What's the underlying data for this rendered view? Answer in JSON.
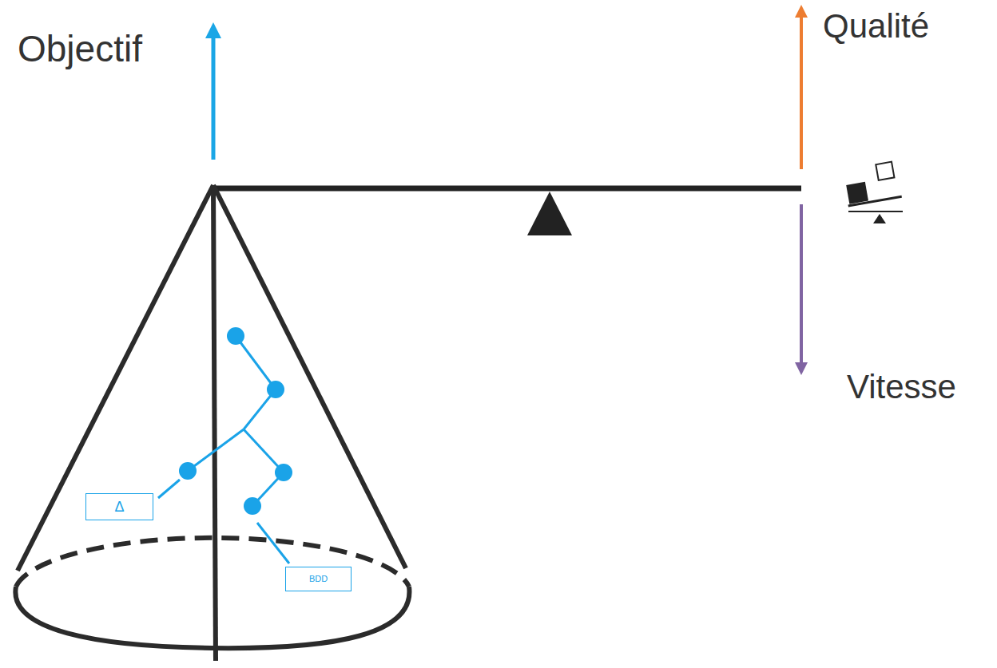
{
  "diagram": {
    "nodes": [
      {
        "text": [
          "Δ"
        ]
      },
      {
        "text": [
          "BDD"
        ]
      }
    ],
    "labels": [
      "Objectif",
      "Qualité",
      "Vitesse"
    ]
  }
}
